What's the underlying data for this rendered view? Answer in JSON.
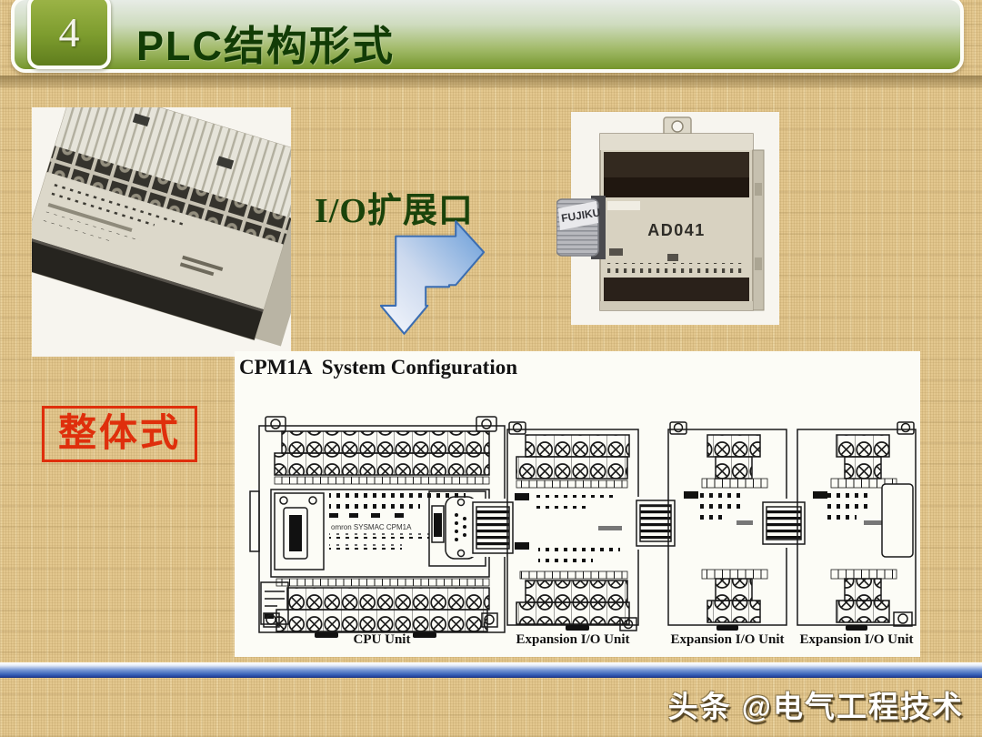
{
  "slide": {
    "badge_number": "4",
    "title": "PLC结构形式",
    "io_label": "I/O扩展口",
    "structure_type_label": "整体式",
    "footer_watermark": "头条 @电气工程技术"
  },
  "right_photo": {
    "module_label": "AD041",
    "cable_label": "FUJIKU"
  },
  "diagram": {
    "title": "CPM1A  System Configuration",
    "cpu_text": "omron SYSMAC CPM1A",
    "units": [
      {
        "label": "CPU Unit"
      },
      {
        "label": "Expansion I/O Unit"
      },
      {
        "label": "Expansion I/O Unit"
      },
      {
        "label": "Expansion I/O Unit"
      }
    ]
  },
  "colors": {
    "accent_green": "#75962c",
    "title_green": "#123c06",
    "red": "#df2f0c",
    "arrow_blue": "#6fa3dc",
    "footer_blue": "#3a63b8",
    "background_khaki": "#e3c78e"
  }
}
